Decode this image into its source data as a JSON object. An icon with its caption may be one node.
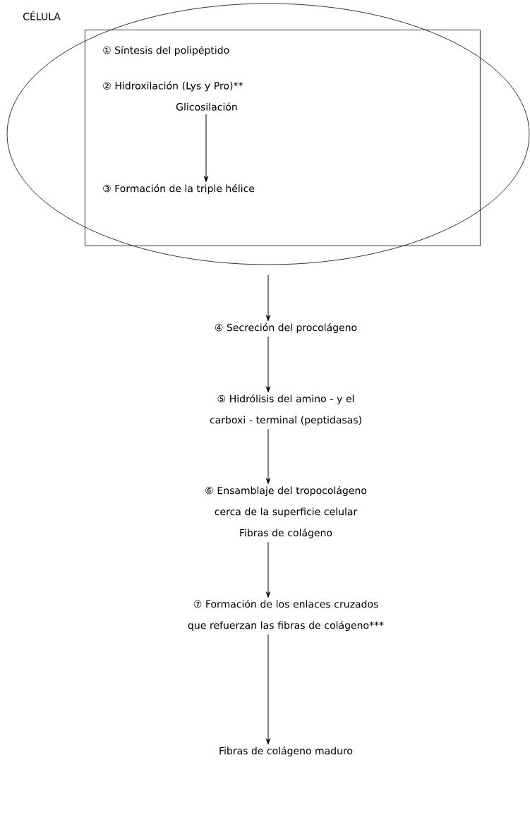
{
  "diagram": {
    "nodes": [
      {
        "text": [
          "CÉLULA"
        ]
      },
      {
        "text": [],
        "shape": "box",
        "in": 0
      },
      {
        "text": [
          "① Síntesis del polipéptido"
        ],
        "in": 1
      },
      {
        "text": [
          "② Hidroxilación (Lys y Pro)**",
          "Glicosilación"
        ],
        "in": 1
      },
      {
        "text": [
          "③ Formación de la triple hélice"
        ],
        "in": 1
      },
      {
        "text": [
          "④ Secreción del procolágeno"
        ]
      },
      {
        "text": [
          "⑤ Hidrólisis del amino - y el carboxi - terminal (peptidasas)"
        ]
      },
      {
        "text": [
          "⑥ Ensamblaje del tropocolágeno cerca de la superficie celular",
          "Fibras de colágeno"
        ]
      },
      {
        "text": [
          "⑦ Formación de los enlaces cruzados que refuerzan las fibras de colágeno***"
        ]
      },
      {
        "text": [
          "Fibras de colágeno maduro"
        ]
      }
    ],
    "edges": [
      {
        "from": 3,
        "to": 4,
        "arrow": "to"
      },
      {
        "from": 0,
        "to": 5,
        "arrow": "to"
      },
      {
        "from": 5,
        "to": 6,
        "arrow": "to"
      },
      {
        "from": 6,
        "to": 7,
        "arrow": "to"
      },
      {
        "from": 7,
        "to": 8,
        "arrow": "to"
      },
      {
        "from": 8,
        "to": 9,
        "arrow": "to"
      }
    ]
  }
}
